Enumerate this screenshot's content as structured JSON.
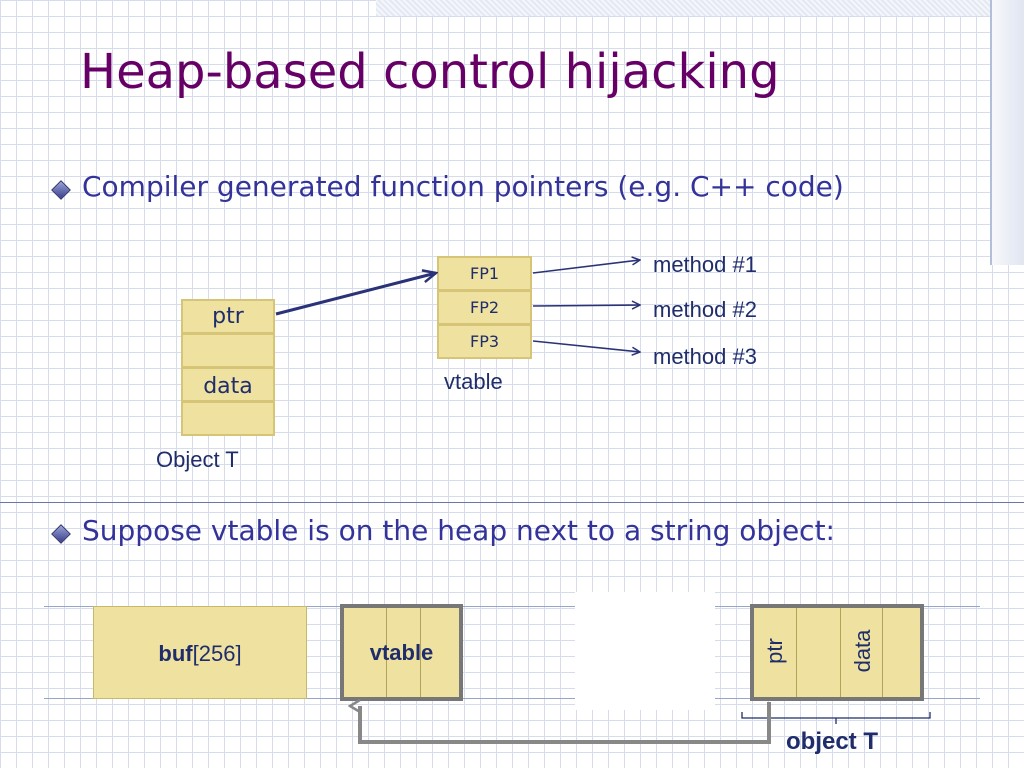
{
  "title": "Heap-based control hijacking",
  "bullets": [
    {
      "text": "Compiler generated function pointers   (e.g.  C++ code)"
    },
    {
      "text": "Suppose   vtable   is on the heap next to a string object:"
    }
  ],
  "object_t": {
    "cells": [
      "ptr",
      "",
      "data",
      ""
    ],
    "caption": "Object  T"
  },
  "vtable": {
    "entries": [
      "FP1",
      "FP2",
      "FP3"
    ],
    "caption": "vtable"
  },
  "methods": [
    "method #1",
    "method #2",
    "method #3"
  ],
  "heap": {
    "buf_bold": "buf",
    "buf_rest": "[256]",
    "vtable_label": "vtable",
    "obj_ptr": "ptr",
    "obj_data": "data",
    "object_caption": "object T"
  },
  "colors": {
    "title": "#660066",
    "text": "#333399",
    "cell_fill": "#efe1a0",
    "arrow": "#2a3377",
    "heap_border": "#777777"
  }
}
